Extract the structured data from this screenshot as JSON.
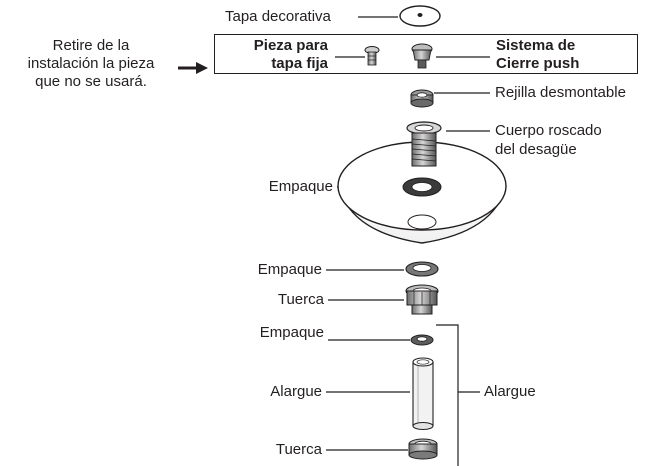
{
  "note": {
    "line1": "Retire de la",
    "line2": "instalación la pieza",
    "line3": "que no se usará."
  },
  "box": {
    "left_line1": "Pieza para",
    "left_line2": "tapa fija",
    "right_line1": "Sistema de",
    "right_line2": "Cierre push"
  },
  "labels": {
    "tapa_decorativa": "Tapa decorativa",
    "rejilla": "Rejilla desmontable",
    "cuerpo_line1": "Cuerpo roscado",
    "cuerpo_line2": "del desagüe",
    "empaque_top": "Empaque",
    "empaque_mid": "Empaque",
    "tuerca_mid": "Tuerca",
    "empaque_low": "Empaque",
    "alargue_left": "Alargue",
    "tuerca_low": "Tuerca",
    "alargue_bracket": "Alargue"
  },
  "colors": {
    "ink": "#231f20",
    "metal": "#9a9a9a",
    "metal_dark": "#4a4a4a",
    "rubber": "#3b3b3b"
  }
}
